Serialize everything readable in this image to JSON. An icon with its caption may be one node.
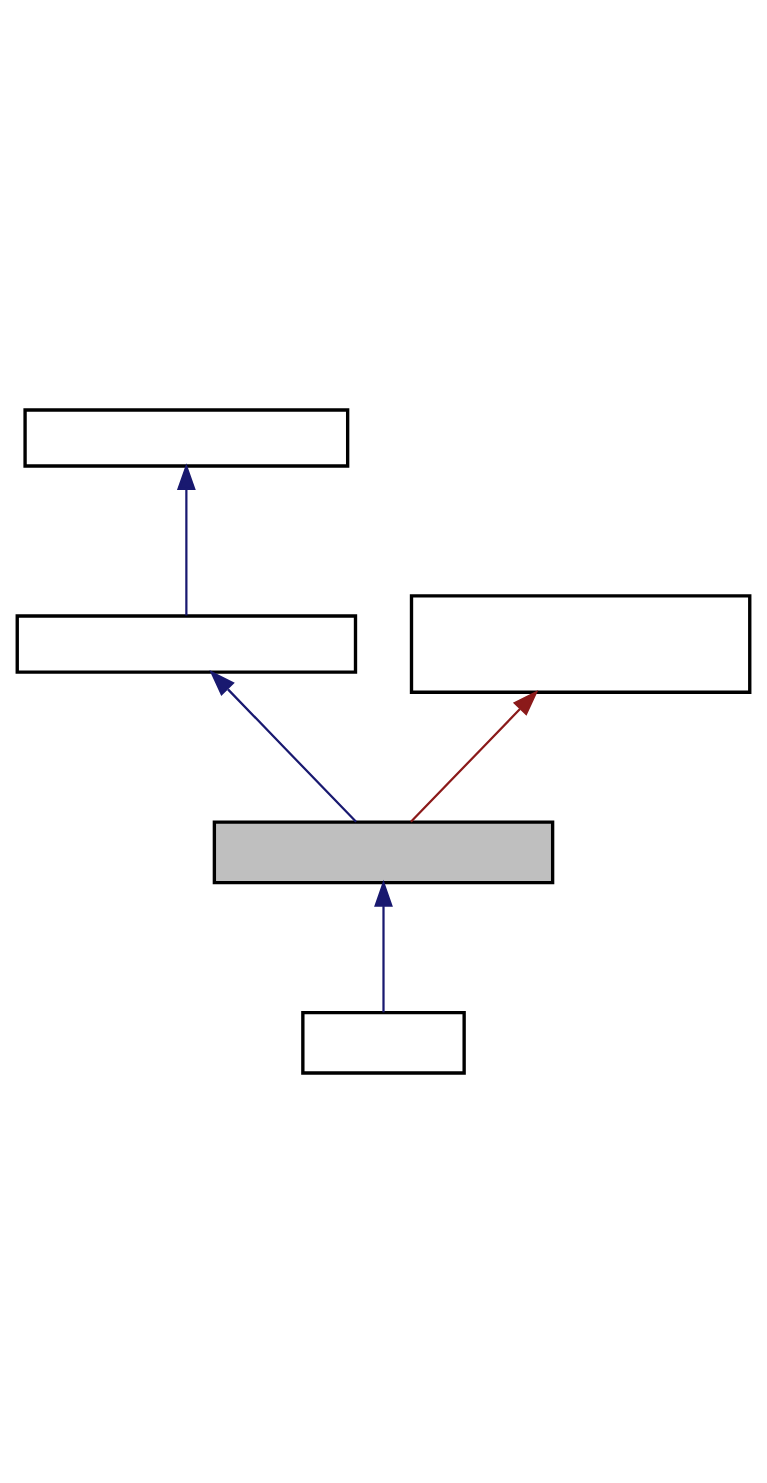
{
  "diagram": {
    "nodes": [
      {
        "text": [],
        "shape": "box"
      },
      {
        "text": [],
        "shape": "box"
      },
      {
        "text": [],
        "shape": "box"
      },
      {
        "text": [],
        "shape": "box"
      },
      {
        "text": [],
        "shape": "box"
      }
    ],
    "edges": [
      {
        "from": 1,
        "to": 0,
        "arrow": "to"
      },
      {
        "from": 3,
        "to": 1,
        "arrow": "to"
      },
      {
        "from": 3,
        "to": 2,
        "arrow": "to",
        "color": "#8b1a1a"
      },
      {
        "from": 4,
        "to": 3,
        "arrow": "to"
      }
    ]
  }
}
